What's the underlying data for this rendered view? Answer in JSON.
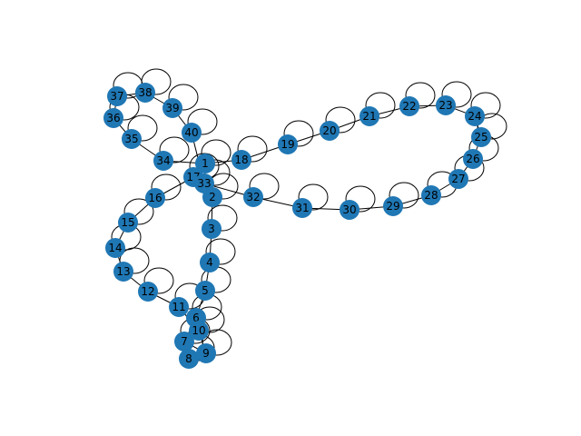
{
  "graph": {
    "node_color": "#1f77b4",
    "edge_color": "#000000",
    "nodes": [
      {
        "id": "1"
      },
      {
        "id": "2"
      },
      {
        "id": "3"
      },
      {
        "id": "4"
      },
      {
        "id": "5"
      },
      {
        "id": "6"
      },
      {
        "id": "7"
      },
      {
        "id": "8"
      },
      {
        "id": "9"
      },
      {
        "id": "10"
      },
      {
        "id": "11"
      },
      {
        "id": "12"
      },
      {
        "id": "13"
      },
      {
        "id": "14"
      },
      {
        "id": "15"
      },
      {
        "id": "16"
      },
      {
        "id": "17"
      },
      {
        "id": "18"
      },
      {
        "id": "19"
      },
      {
        "id": "20"
      },
      {
        "id": "21"
      },
      {
        "id": "22"
      },
      {
        "id": "23"
      },
      {
        "id": "24"
      },
      {
        "id": "25"
      },
      {
        "id": "26"
      },
      {
        "id": "27"
      },
      {
        "id": "28"
      },
      {
        "id": "29"
      },
      {
        "id": "30"
      },
      {
        "id": "31"
      },
      {
        "id": "32"
      },
      {
        "id": "33"
      },
      {
        "id": "34"
      },
      {
        "id": "35"
      },
      {
        "id": "36"
      },
      {
        "id": "37"
      },
      {
        "id": "38"
      },
      {
        "id": "39"
      },
      {
        "id": "40"
      }
    ],
    "edges": [
      [
        "1",
        "18"
      ],
      [
        "18",
        "19"
      ],
      [
        "19",
        "20"
      ],
      [
        "20",
        "21"
      ],
      [
        "21",
        "22"
      ],
      [
        "22",
        "23"
      ],
      [
        "23",
        "24"
      ],
      [
        "24",
        "25"
      ],
      [
        "25",
        "26"
      ],
      [
        "26",
        "27"
      ],
      [
        "27",
        "28"
      ],
      [
        "28",
        "29"
      ],
      [
        "29",
        "30"
      ],
      [
        "30",
        "31"
      ],
      [
        "31",
        "32"
      ],
      [
        "32",
        "33"
      ],
      [
        "33",
        "2"
      ],
      [
        "2",
        "3"
      ],
      [
        "3",
        "4"
      ],
      [
        "4",
        "5"
      ],
      [
        "5",
        "6"
      ],
      [
        "6",
        "7"
      ],
      [
        "7",
        "8"
      ],
      [
        "8",
        "9"
      ],
      [
        "9",
        "10"
      ],
      [
        "10",
        "11"
      ],
      [
        "11",
        "12"
      ],
      [
        "12",
        "13"
      ],
      [
        "13",
        "14"
      ],
      [
        "14",
        "15"
      ],
      [
        "15",
        "16"
      ],
      [
        "16",
        "17"
      ],
      [
        "17",
        "1"
      ],
      [
        "1",
        "34"
      ],
      [
        "34",
        "35"
      ],
      [
        "35",
        "36"
      ],
      [
        "36",
        "37"
      ],
      [
        "37",
        "38"
      ],
      [
        "38",
        "39"
      ],
      [
        "39",
        "40"
      ],
      [
        "40",
        "33"
      ],
      [
        "1",
        "33"
      ],
      [
        "17",
        "33"
      ],
      [
        "6",
        "10"
      ],
      [
        "7",
        "9"
      ]
    ],
    "self_loops": [
      "1",
      "2",
      "3",
      "4",
      "5",
      "6",
      "7",
      "8",
      "9",
      "10",
      "11",
      "12",
      "13",
      "14",
      "15",
      "16",
      "17",
      "18",
      "19",
      "20",
      "21",
      "22",
      "23",
      "24",
      "25",
      "26",
      "27",
      "28",
      "29",
      "30",
      "31",
      "32",
      "33",
      "34",
      "35",
      "36",
      "37",
      "38",
      "39",
      "40"
    ]
  }
}
